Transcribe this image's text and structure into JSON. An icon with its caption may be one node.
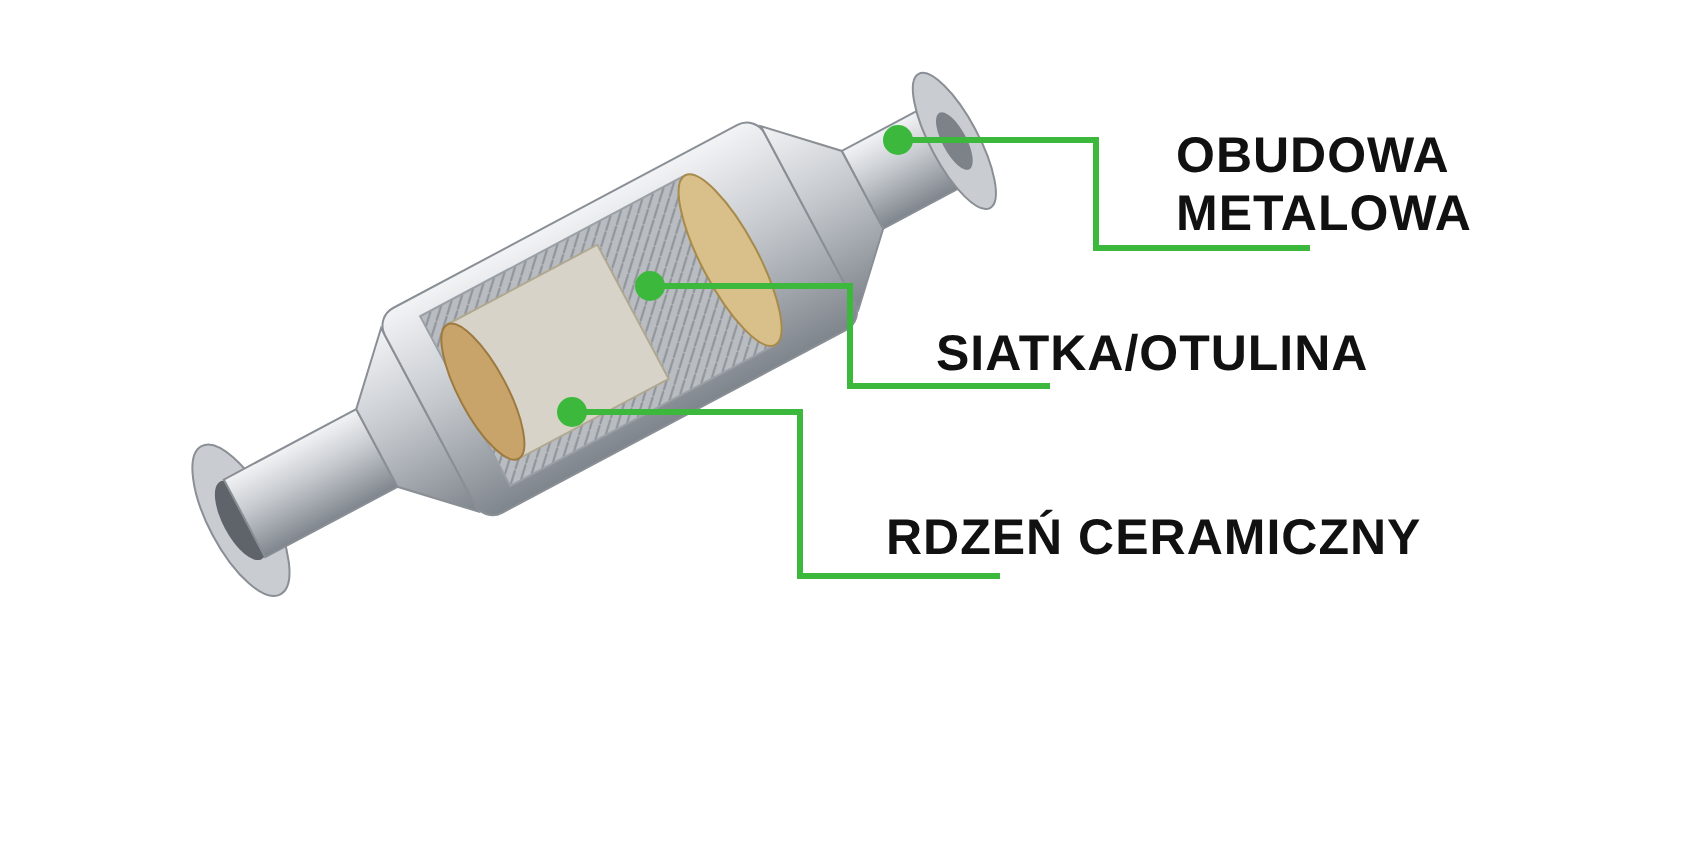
{
  "diagram": {
    "nodes": [
      {
        "text": [
          "OBUDOWA METALOWA"
        ]
      },
      {
        "text": [],
        "shape": "picture"
      },
      {
        "text": [
          "SIATKA/OTULINA"
        ]
      },
      {
        "text": [],
        "shape": "picture",
        "in": 1
      },
      {
        "text": [
          "RDZEŃ CERAMICZNY"
        ]
      },
      {
        "text": [],
        "shape": "picture",
        "in": 3
      }
    ],
    "edges": [
      {
        "from": 0,
        "to": 1,
        "arrow": "other"
      },
      {
        "from": 2,
        "to": 3,
        "arrow": "other"
      },
      {
        "from": 4,
        "to": 5,
        "arrow": "other"
      }
    ]
  }
}
